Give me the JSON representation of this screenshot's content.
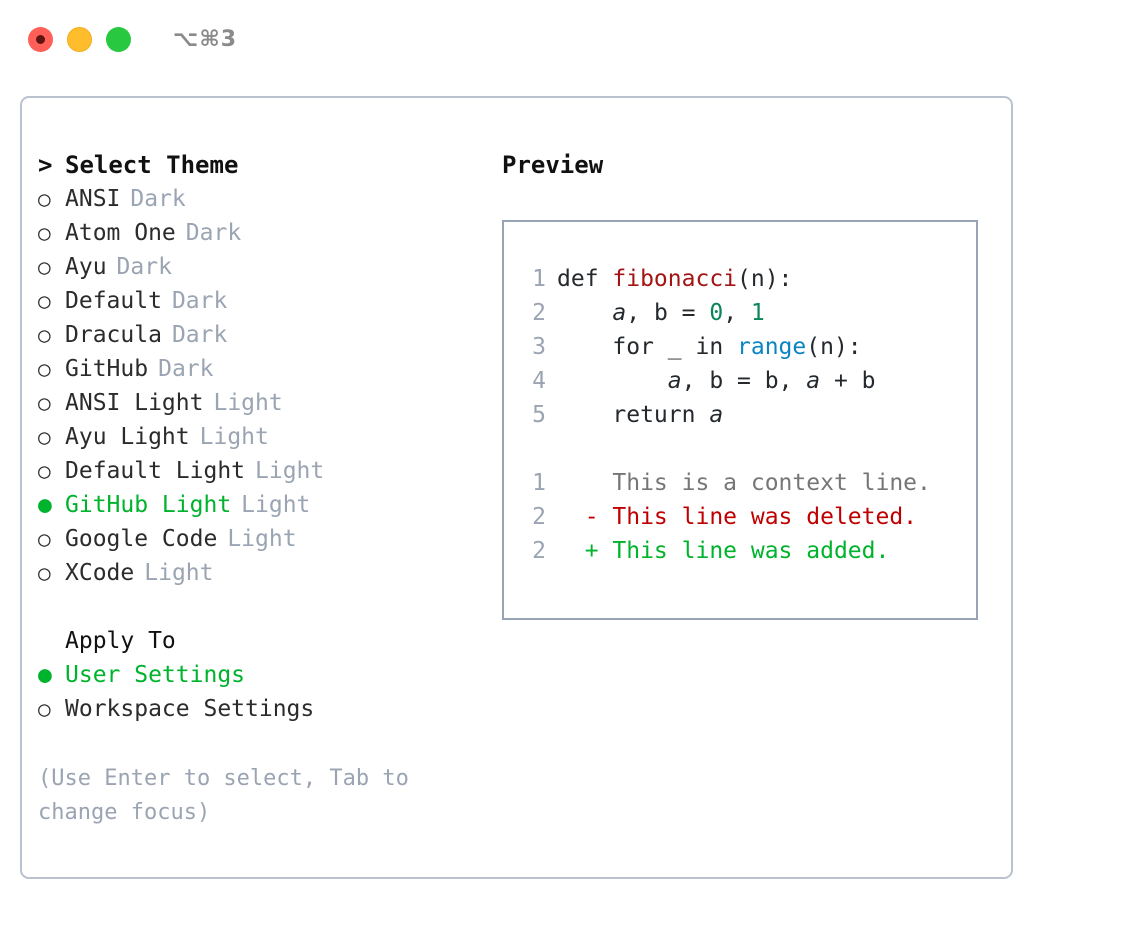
{
  "titlebar": {
    "shortcut": "⌥⌘3",
    "lights": [
      {
        "name": "close",
        "color": "#ff5f57"
      },
      {
        "name": "minimize",
        "color": "#ffbd2e"
      },
      {
        "name": "maximize",
        "color": "#28c840"
      }
    ]
  },
  "left": {
    "header": {
      "caret": ">",
      "title": "Select Theme"
    },
    "bullets": {
      "selected": "●",
      "unselected": "○"
    },
    "themes": [
      {
        "label": "ANSI",
        "kind": "Dark",
        "selected": false
      },
      {
        "label": "Atom One",
        "kind": "Dark",
        "selected": false
      },
      {
        "label": "Ayu",
        "kind": "Dark",
        "selected": false
      },
      {
        "label": "Default",
        "kind": "Dark",
        "selected": false
      },
      {
        "label": "Dracula",
        "kind": "Dark",
        "selected": false
      },
      {
        "label": "GitHub",
        "kind": "Dark",
        "selected": false
      },
      {
        "label": "ANSI Light",
        "kind": "Light",
        "selected": false
      },
      {
        "label": "Ayu Light",
        "kind": "Light",
        "selected": false
      },
      {
        "label": "Default Light",
        "kind": "Light",
        "selected": false
      },
      {
        "label": "GitHub Light",
        "kind": "Light",
        "selected": true
      },
      {
        "label": "Google Code",
        "kind": "Light",
        "selected": false
      },
      {
        "label": "XCode",
        "kind": "Light",
        "selected": false
      }
    ],
    "apply_to": {
      "label": "Apply To",
      "options": [
        {
          "label": "User Settings",
          "selected": true
        },
        {
          "label": "Workspace Settings",
          "selected": false
        }
      ]
    },
    "hint": "(Use Enter to select, Tab to change focus)"
  },
  "right": {
    "title": "Preview",
    "code": [
      {
        "n": "1",
        "tokens": [
          {
            "t": "def ",
            "c": "plain"
          },
          {
            "t": "fibonacci",
            "c": "fn"
          },
          {
            "t": "(n):",
            "c": "plain"
          }
        ]
      },
      {
        "n": "2",
        "tokens": [
          {
            "t": "    ",
            "c": "plain"
          },
          {
            "t": "a",
            "c": "var"
          },
          {
            "t": ", ",
            "c": "plain"
          },
          {
            "t": "b",
            "c": "plain"
          },
          {
            "t": " = ",
            "c": "plain"
          },
          {
            "t": "0",
            "c": "num"
          },
          {
            "t": ", ",
            "c": "plain"
          },
          {
            "t": "1",
            "c": "num"
          }
        ]
      },
      {
        "n": "3",
        "tokens": [
          {
            "t": "    for _ in ",
            "c": "plain"
          },
          {
            "t": "range",
            "c": "call"
          },
          {
            "t": "(n):",
            "c": "plain"
          }
        ]
      },
      {
        "n": "4",
        "tokens": [
          {
            "t": "        ",
            "c": "plain"
          },
          {
            "t": "a",
            "c": "var"
          },
          {
            "t": ", b = b, ",
            "c": "plain"
          },
          {
            "t": "a",
            "c": "var"
          },
          {
            "t": " + b",
            "c": "plain"
          }
        ]
      },
      {
        "n": "5",
        "tokens": [
          {
            "t": "    return ",
            "c": "plain"
          },
          {
            "t": "a",
            "c": "var"
          }
        ]
      }
    ],
    "diff": [
      {
        "n": "1",
        "marker": " ",
        "text": "This is a context line.",
        "kind": "ctx"
      },
      {
        "n": "2",
        "marker": "-",
        "text": "This line was deleted.",
        "kind": "del"
      },
      {
        "n": "2",
        "marker": "+",
        "text": "This line was added.",
        "kind": "add"
      }
    ]
  },
  "colors": {
    "accent_green": "#00b32d",
    "muted": "#9aa4b2",
    "border": "#b9c2ce",
    "preview_border": "#99a4b3",
    "diff_add": "#00b32d",
    "diff_del": "#c00000",
    "diff_ctx": "#767676",
    "tok_fn": "#a31515",
    "tok_num": "#098658",
    "tok_call": "#0b84c4"
  }
}
